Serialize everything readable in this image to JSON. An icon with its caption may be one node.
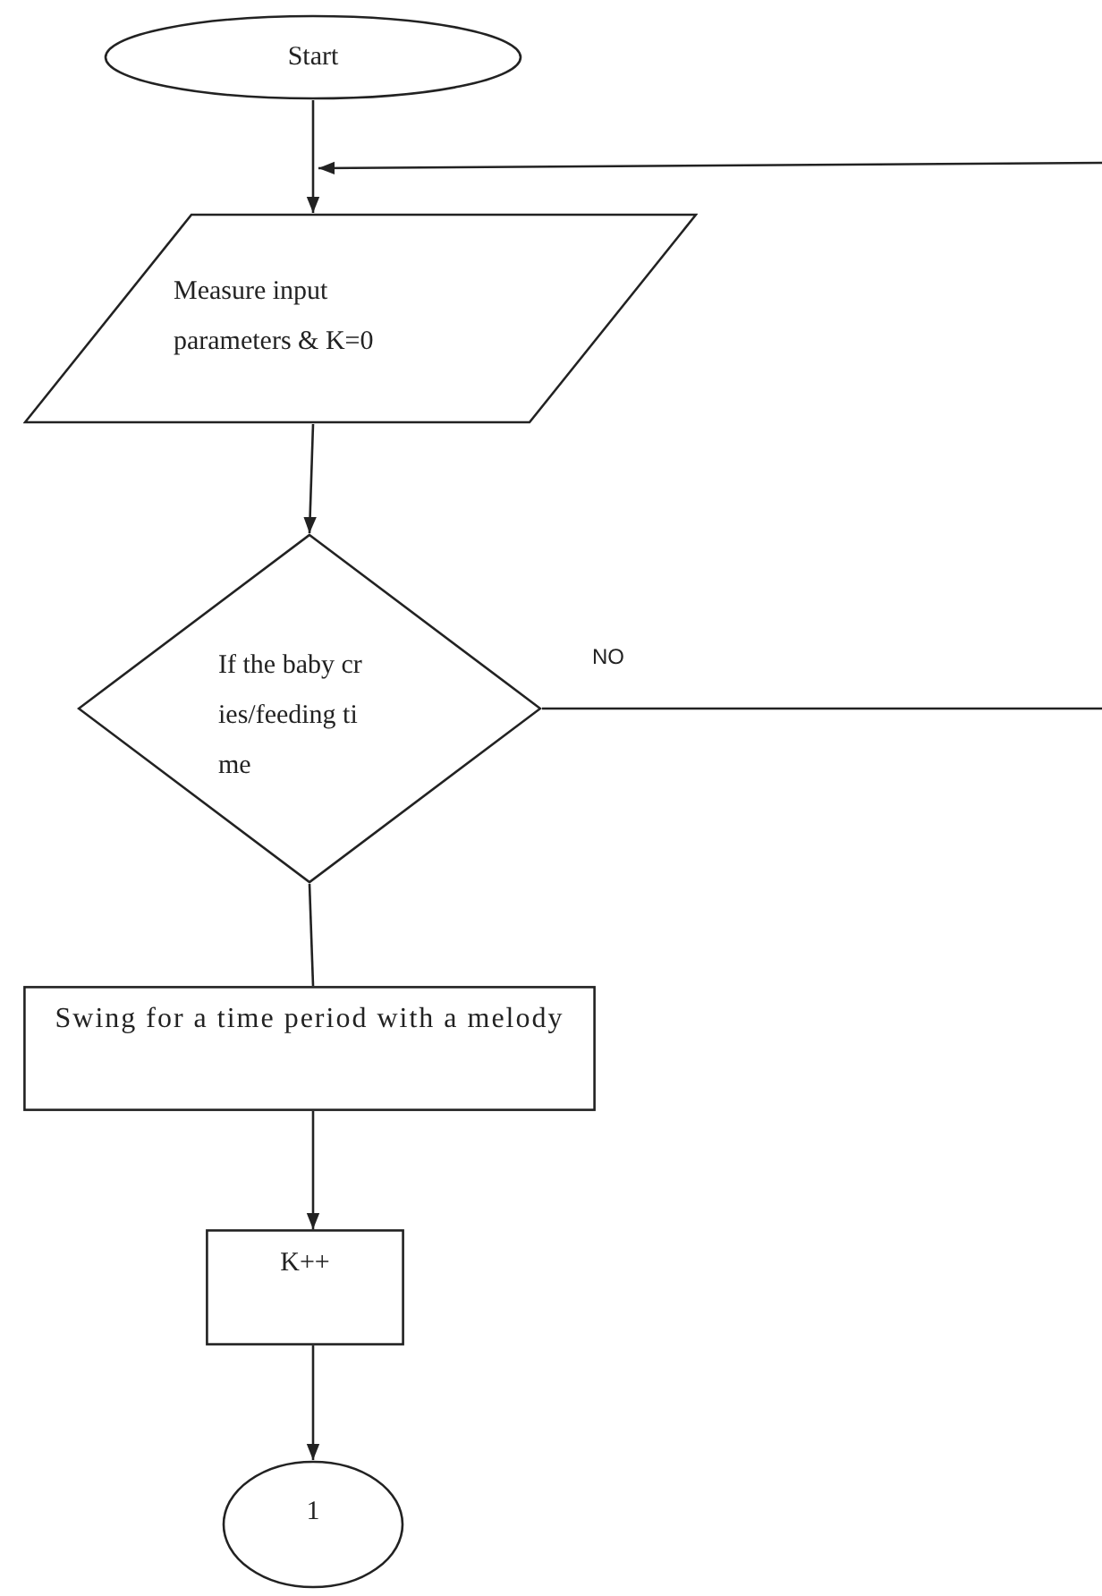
{
  "diagram": {
    "nodes": [
      {
        "text": [
          "Start"
        ]
      },
      {
        "text": [
          "Measure input parameters & K=0"
        ]
      },
      {
        "text": [
          "If the baby cries/feeding time"
        ]
      },
      {
        "text": [
          "Swing for a time period with a melody"
        ]
      },
      {
        "text": [
          "K++"
        ]
      },
      {
        "text": [
          "1"
        ]
      }
    ],
    "edges": [
      {
        "from": 0,
        "to": 1,
        "arrow": "to"
      },
      {
        "from": null,
        "to": 1,
        "arrow": "to"
      },
      {
        "from": 1,
        "to": 2,
        "arrow": "to"
      },
      {
        "from": 2,
        "to": null,
        "arrow": "none",
        "label": "NO"
      },
      {
        "from": 2,
        "to": 3,
        "arrow": "none"
      },
      {
        "from": 3,
        "to": 4,
        "arrow": "to"
      },
      {
        "from": 4,
        "to": 5,
        "arrow": "to"
      }
    ]
  }
}
